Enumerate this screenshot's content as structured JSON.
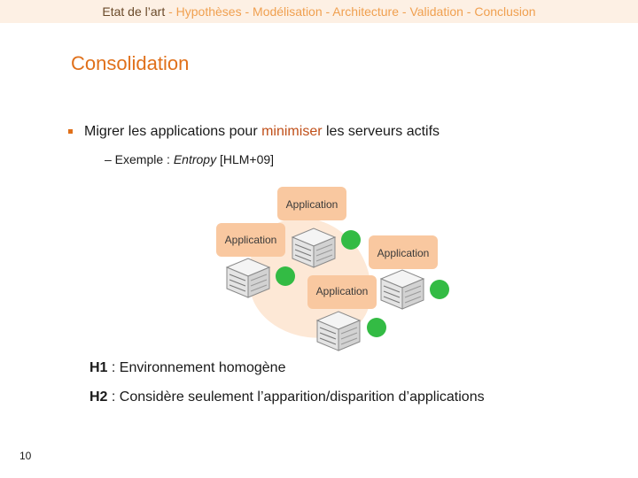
{
  "breadcrumb": {
    "current": "Etat de l’art",
    "rest": " - Hypothèses - Modélisation - Architecture - Validation - Conclusion"
  },
  "slide": {
    "title": "Consolidation",
    "bullet": {
      "before": "Migrer les applications pour ",
      "highlight": "minimiser",
      "after": " les serveurs actifs"
    },
    "sub_bullet": {
      "prefix": "– Exemple : ",
      "italic": "Entropy",
      "suffix": " [HLM+09]"
    },
    "diagram": {
      "application_labels": [
        "Application",
        "Application",
        "Application",
        "Application"
      ]
    },
    "hypotheses": [
      {
        "label": "H1",
        "text": " : Environnement homogène"
      },
      {
        "label": "H2",
        "text": " : Considère seulement l’apparition/disparition d’applications"
      }
    ],
    "page_number": "10"
  },
  "colors": {
    "accent": "#e0701a",
    "breadcrumb": "#f0a050",
    "app_box": "#f9c8a0",
    "highlight_blob": "#fde8d6",
    "server_on": "#33bb44"
  }
}
